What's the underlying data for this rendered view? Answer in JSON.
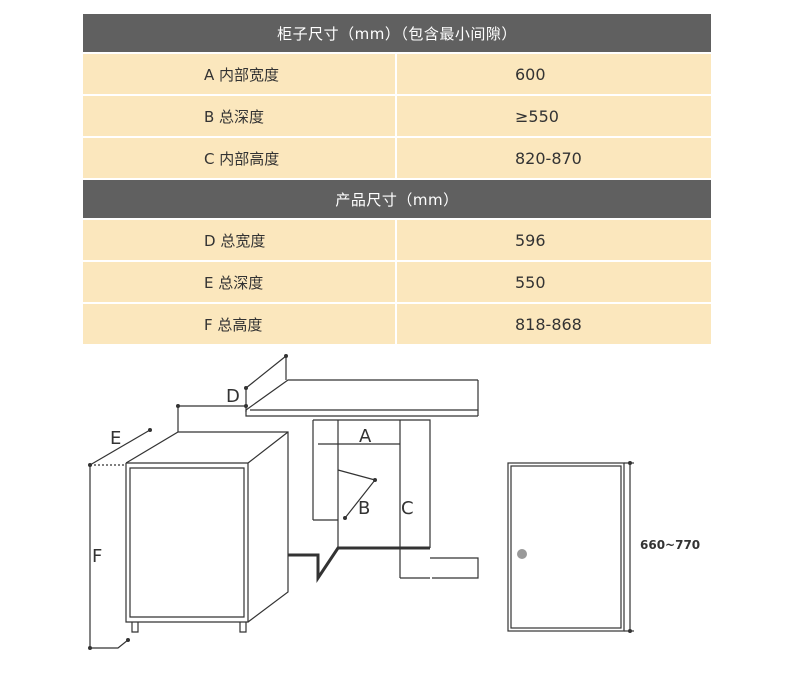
{
  "cabinet": {
    "title": "柜子尺寸（mm）（包含最小间隙）",
    "rows": [
      {
        "label": "A 内部宽度",
        "value": "600"
      },
      {
        "label": "B 总深度",
        "value": "≥550"
      },
      {
        "label": "C 内部高度",
        "value": "820-870"
      }
    ]
  },
  "product": {
    "title": "产品尺寸（mm）",
    "rows": [
      {
        "label": "D 总宽度",
        "value": "596"
      },
      {
        "label": "E 总深度",
        "value": "550"
      },
      {
        "label": "F 总高度",
        "value": "818-868"
      }
    ]
  },
  "diagram": {
    "letters": {
      "A": "A",
      "B": "B",
      "C": "C",
      "D": "D",
      "E": "E",
      "F": "F"
    },
    "door_height": "660~770"
  }
}
